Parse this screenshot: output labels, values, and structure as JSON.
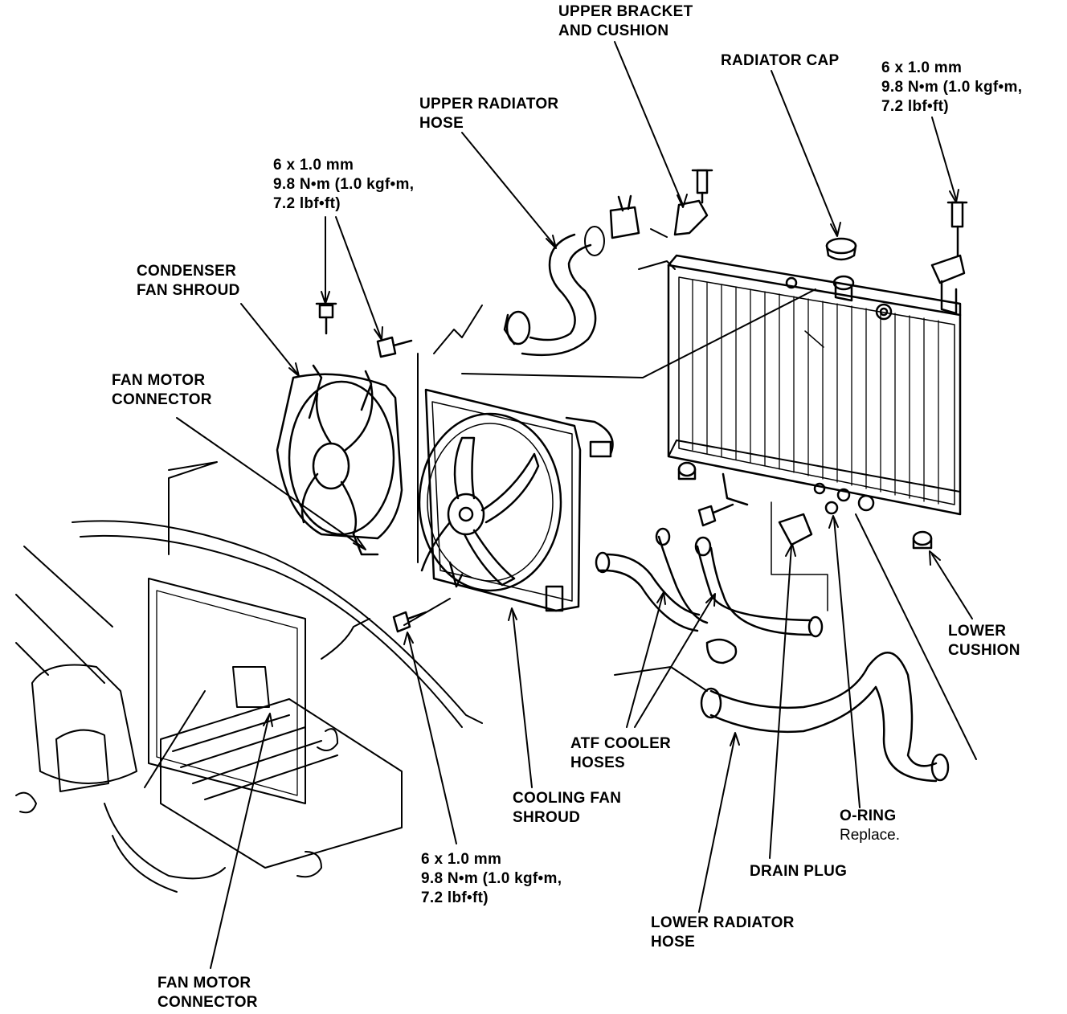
{
  "labels": {
    "upper_bracket": [
      "UPPER BRACKET",
      "AND CUSHION"
    ],
    "radiator_cap": "RADIATOR CAP",
    "bolt_top_right": [
      "6 x 1.0 mm",
      "9.8 N•m (1.0 kgf•m,",
      "7.2 lbf•ft)"
    ],
    "upper_radiator_hose": [
      "UPPER RADIATOR",
      "HOSE"
    ],
    "bolt_top_left": [
      "6 x 1.0 mm",
      "9.8 N•m (1.0 kgf•m,",
      "7.2 lbf•ft)"
    ],
    "condenser_fan_shroud": [
      "CONDENSER",
      "FAN SHROUD"
    ],
    "fan_motor_connector_top": [
      "FAN MOTOR",
      "CONNECTOR"
    ],
    "lower_cushion": [
      "LOWER",
      "CUSHION"
    ],
    "atf_cooler_hoses": [
      "ATF COOLER",
      "HOSES"
    ],
    "cooling_fan_shroud": [
      "COOLING FAN",
      "SHROUD"
    ],
    "o_ring": {
      "title": "O-RING",
      "note": "Replace."
    },
    "bolt_bottom": [
      "6 x 1.0 mm",
      "9.8 N•m (1.0 kgf•m,",
      "7.2 lbf•ft)"
    ],
    "drain_plug": "DRAIN PLUG",
    "lower_radiator_hose": [
      "LOWER RADIATOR",
      "HOSE"
    ],
    "fan_motor_connector_bottom": [
      "FAN MOTOR",
      "CONNECTOR"
    ]
  },
  "colors": {
    "ink": "#000000",
    "paper": "#ffffff"
  }
}
